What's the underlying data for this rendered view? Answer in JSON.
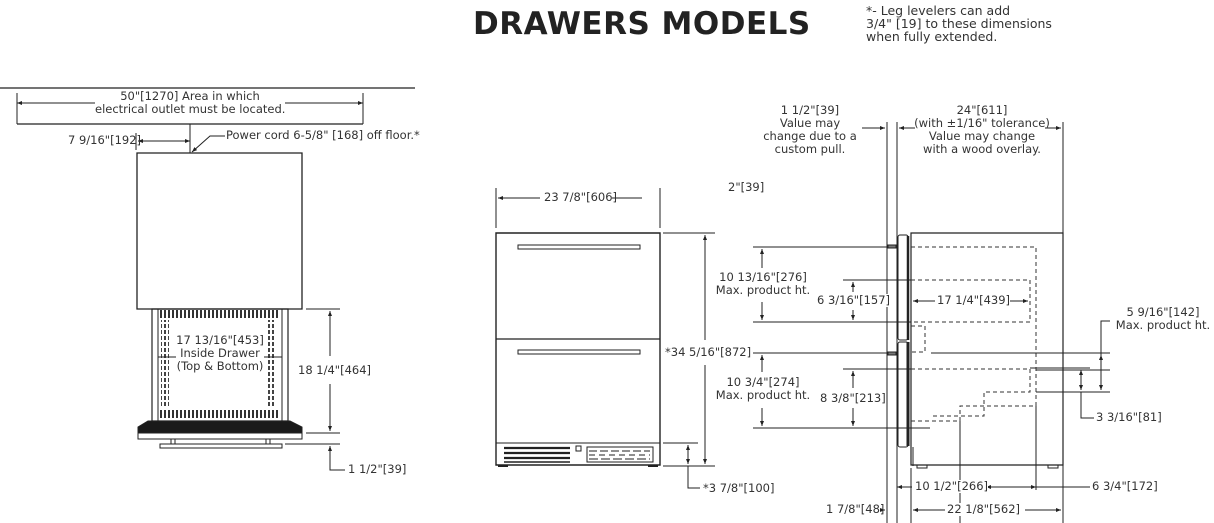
{
  "title": "DRAWERS MODELS",
  "note": {
    "lines": [
      "*- Leg levelers can add",
      "3/4\" [19] to these dimensions",
      "when fully extended."
    ]
  },
  "top_view": {
    "outlet_area": {
      "line1": "50\"[1270] Area in which",
      "line2": "electrical outlet must be located."
    },
    "cord_offset": "7 9/16\"[192]",
    "power_cord": "Power cord 6-5/8\" [168] off floor.*",
    "inside_drawer": {
      "line1": "17 13/16\"[453]",
      "line2": "Inside Drawer",
      "line3": "(Top & Bottom)"
    },
    "drawer_depth": "18 1/4\"[464]",
    "base_gap": "1 1/2\"[39]"
  },
  "front_view": {
    "width": "23 7/8\"[606]",
    "height": "*34 5/16\"[872]",
    "toe_kick": "*3 7/8\"[100]",
    "top_gap": "2\"[39]"
  },
  "side_view": {
    "pull_depth": {
      "line1": "1 1/2\"[39]",
      "line2": "Value may",
      "line3": "change due to a",
      "line4": "custom pull."
    },
    "depth": {
      "line1": "24\"[611]",
      "line2": "(with ±1/16\" tolerance)",
      "line3": "Value may change",
      "line4": "with a wood overlay."
    },
    "top_drawer_max": {
      "line1": "10 13/16\"[276]",
      "line2": "Max. product ht."
    },
    "top_drawer_inner": "6 3/16\"[157]",
    "top_drawer_depth": "17 1/4\"[439]",
    "bottom_drawer_max": {
      "line1": "10 3/4\"[274]",
      "line2": "Max. product ht."
    },
    "bottom_drawer_inner": "8 3/8\"[213]",
    "rear_max": {
      "line1": "5 9/16\"[142]",
      "line2": "Max. product ht."
    },
    "rear_step": "3 3/16\"[81]",
    "front_section": "10 1/2\"[266]",
    "rear_section": "6 3/4\"[172]",
    "door_thickness": "1 7/8\"[48]",
    "cabinet_depth": "22 1/8\"[562]"
  }
}
